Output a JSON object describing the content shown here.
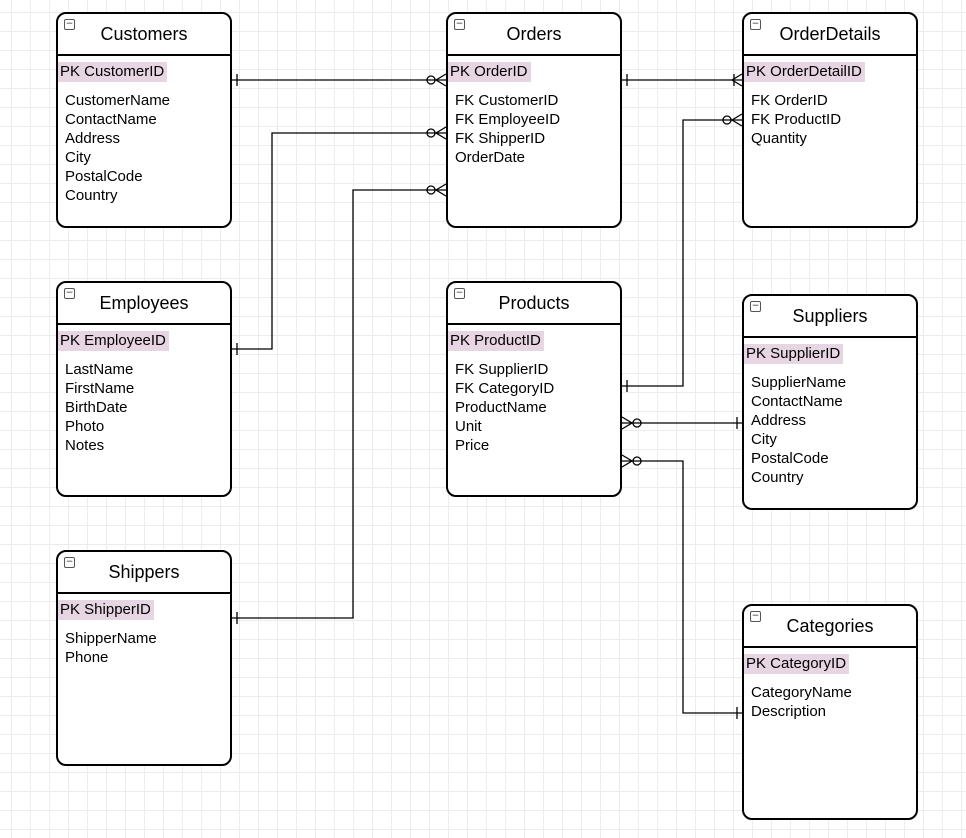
{
  "entities": {
    "customers": {
      "title": "Customers",
      "pk": "PK CustomerID",
      "fields": [
        "CustomerName",
        "ContactName",
        "Address",
        "City",
        "PostalCode",
        "Country"
      ]
    },
    "orders": {
      "title": "Orders",
      "pk": "PK OrderID",
      "fields": [
        "FK CustomerID",
        "FK EmployeeID",
        "FK ShipperID",
        "OrderDate"
      ]
    },
    "orderdetails": {
      "title": "OrderDetails",
      "pk": "PK OrderDetailID",
      "fields": [
        "FK OrderID",
        "FK ProductID",
        "Quantity"
      ]
    },
    "employees": {
      "title": "Employees",
      "pk": "PK EmployeeID",
      "fields": [
        "LastName",
        "FirstName",
        "BirthDate",
        "Photo",
        "Notes"
      ]
    },
    "products": {
      "title": "Products",
      "pk": "PK ProductID",
      "fields": [
        "FK SupplierID",
        "FK CategoryID",
        "ProductName",
        "Unit",
        "Price"
      ]
    },
    "suppliers": {
      "title": "Suppliers",
      "pk": "PK SupplierID",
      "fields": [
        "SupplierName",
        "ContactName",
        "Address",
        "City",
        "PostalCode",
        "Country"
      ]
    },
    "shippers": {
      "title": "Shippers",
      "pk": "PK ShipperID",
      "fields": [
        "ShipperName",
        "Phone"
      ]
    },
    "categories": {
      "title": "Categories",
      "pk": "PK CategoryID",
      "fields": [
        "CategoryName",
        "Description"
      ]
    }
  },
  "relationships": [
    {
      "from": "customers",
      "to": "orders",
      "from_end": "one",
      "to_end": "zero-or-many"
    },
    {
      "from": "employees",
      "to": "orders",
      "from_end": "one",
      "to_end": "zero-or-many"
    },
    {
      "from": "shippers",
      "to": "orders",
      "from_end": "one",
      "to_end": "zero-or-many"
    },
    {
      "from": "orders",
      "to": "orderdetails",
      "from_end": "one",
      "to_end": "one-or-many"
    },
    {
      "from": "products",
      "to": "orderdetails",
      "from_end": "one",
      "to_end": "zero-or-many"
    },
    {
      "from": "suppliers",
      "to": "products",
      "from_end": "one",
      "to_end": "zero-or-many"
    },
    {
      "from": "categories",
      "to": "products",
      "from_end": "one",
      "to_end": "zero-or-many"
    }
  ],
  "colors": {
    "pk_highlight": "#e8d5e4",
    "line": "#000000",
    "grid": "#ececec"
  },
  "icons": {
    "entity_toggle": "collapse-icon"
  }
}
